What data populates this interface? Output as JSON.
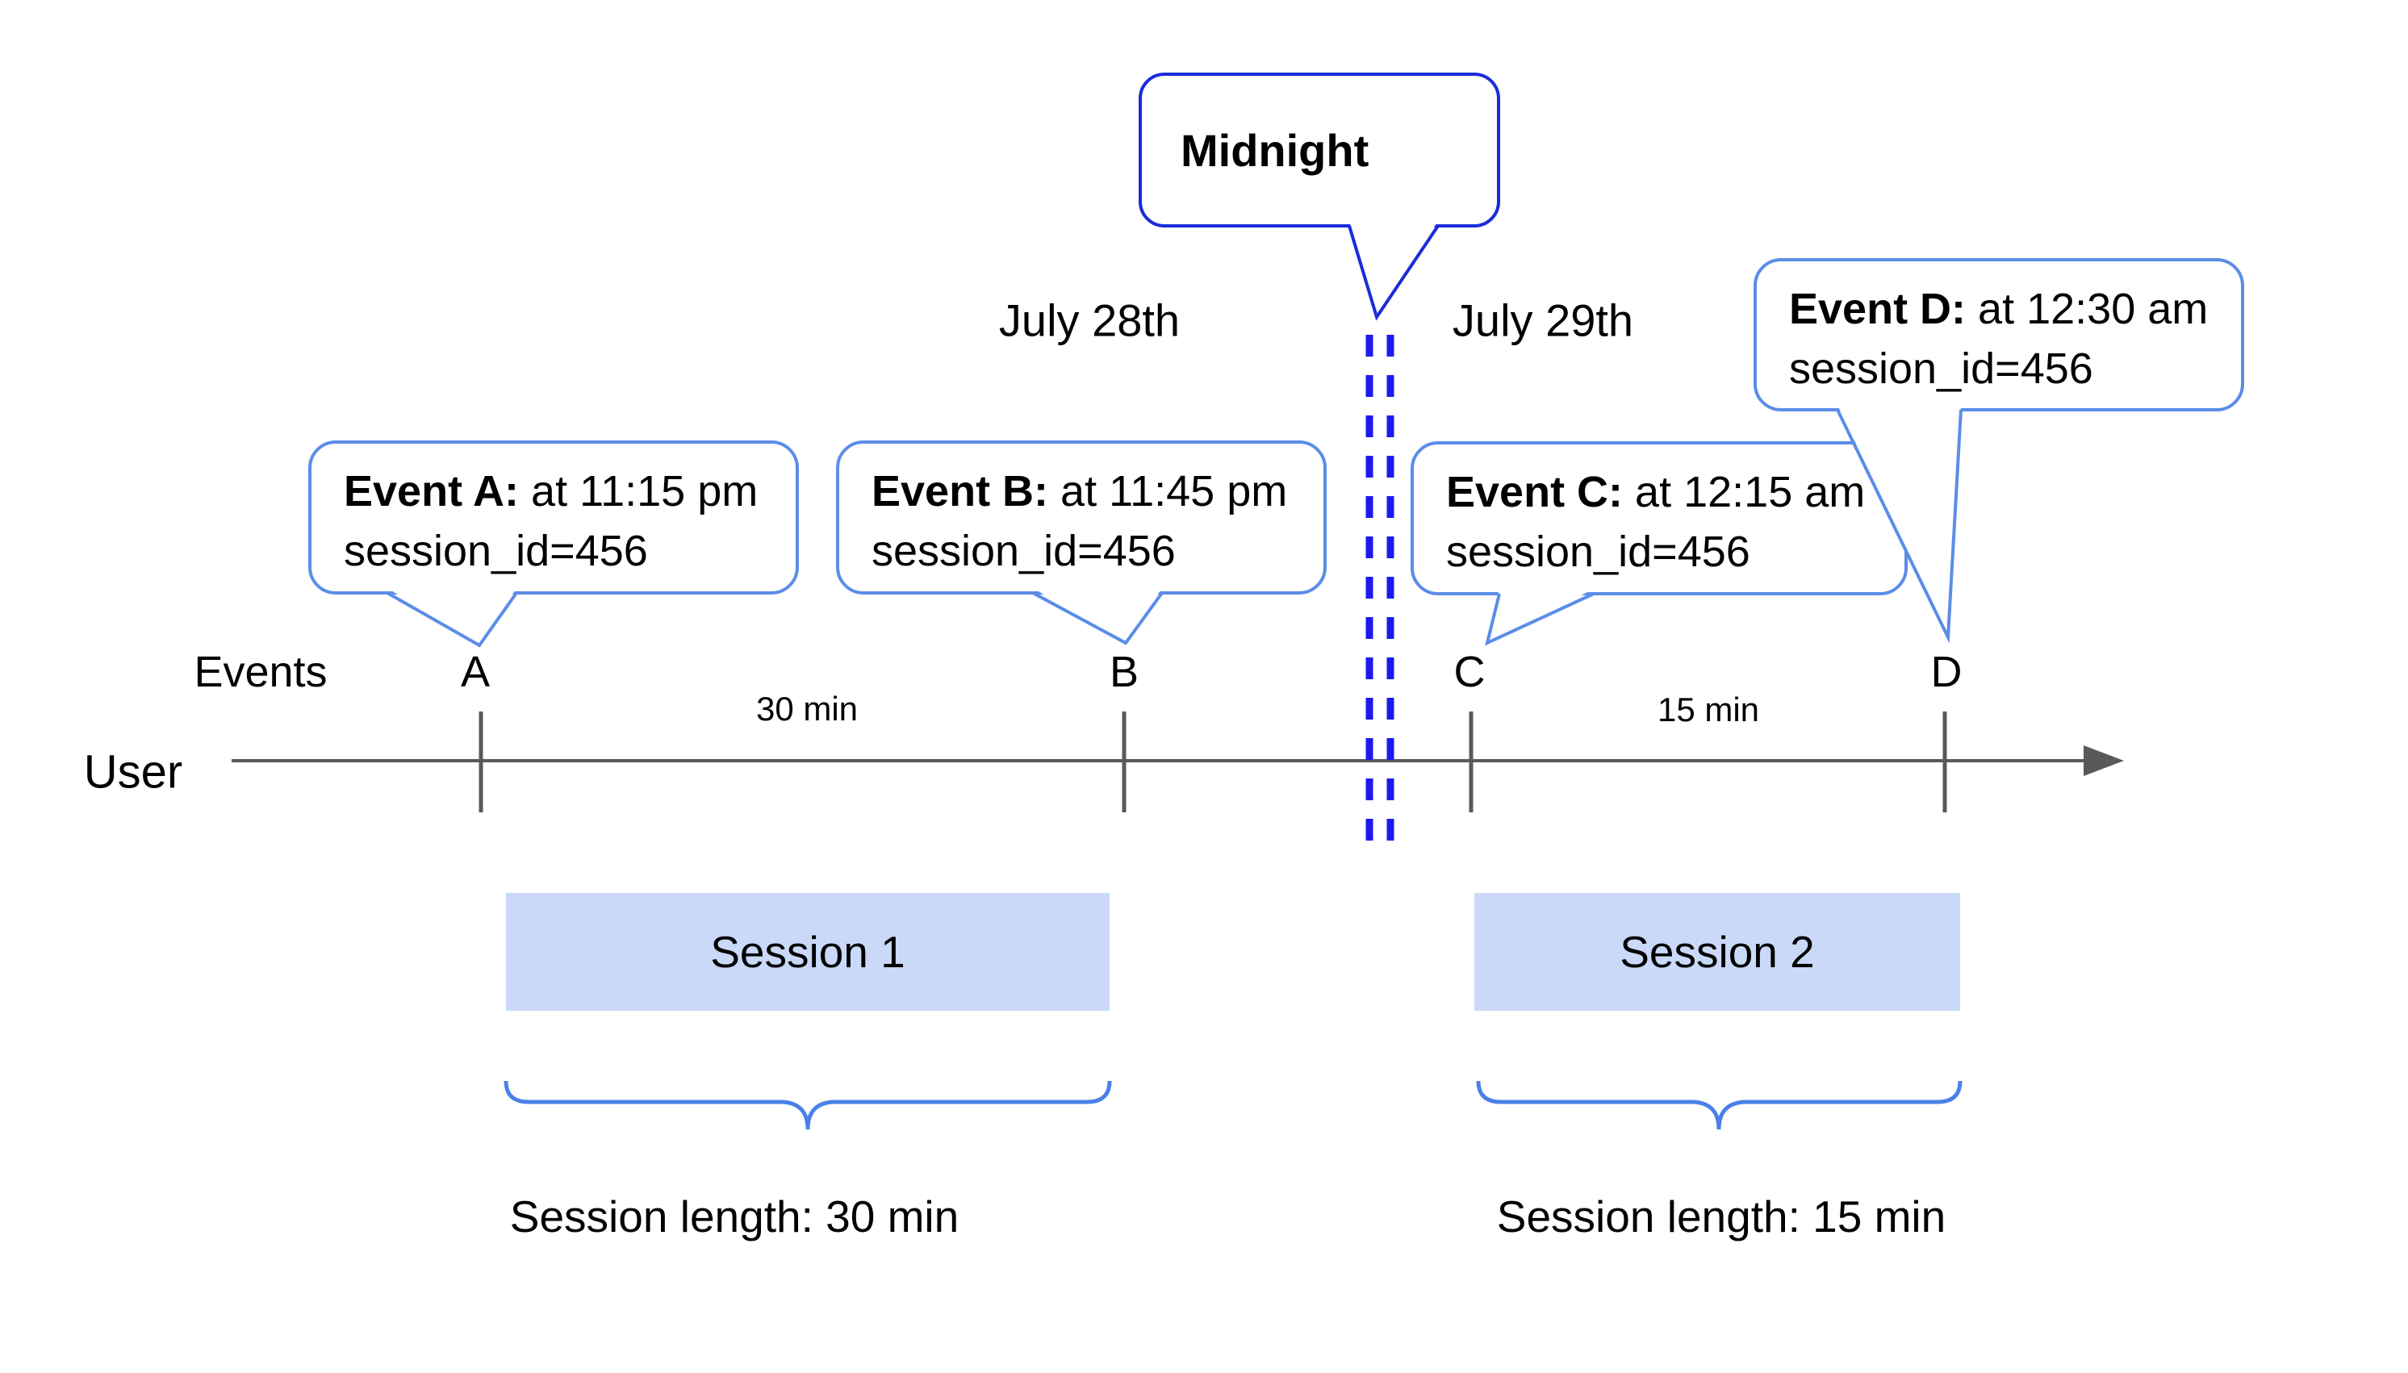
{
  "colors": {
    "timeline_gray": "#595959",
    "event_bubble_border": "#5b8de8",
    "midnight_bubble_border": "#1b2bdb",
    "dashed_divider_blue": "#1a1af0",
    "session_box_fill": "#c9d9f7",
    "brace_blue": "#4a80e8",
    "text": "#000000"
  },
  "dates": {
    "left": "July 28th",
    "right": "July 29th"
  },
  "midnight": {
    "label": "Midnight"
  },
  "events": {
    "a": {
      "title": "Event A:",
      "time": " at 11:15 pm",
      "session": "session_id=456"
    },
    "b": {
      "title": "Event B:",
      "time": " at 11:45 pm",
      "session": "session_id=456"
    },
    "c": {
      "title": "Event C:",
      "time": " at 12:15 am",
      "session": "session_id=456"
    },
    "d": {
      "title": "Event D:",
      "time": " at 12:30 am",
      "session": "session_id=456"
    }
  },
  "axis": {
    "events_label": "Events",
    "user_label": "User",
    "markers": {
      "a": "A",
      "b": "B",
      "c": "C",
      "d": "D"
    },
    "gap1": "30 min",
    "gap2": "15 min"
  },
  "sessions": {
    "s1": {
      "label": "Session 1",
      "length": "Session length: 30 min"
    },
    "s2": {
      "label": "Session 2",
      "length": "Session length: 15 min"
    }
  }
}
